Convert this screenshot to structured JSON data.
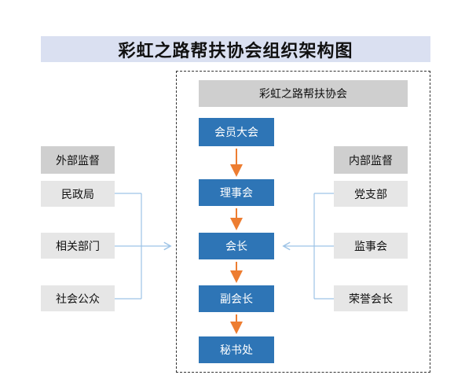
{
  "title": "彩虹之路帮扶协会组织架构图",
  "association": "彩虹之路帮扶协会",
  "main_chain": [
    "会员大会",
    "理事会",
    "会长",
    "副会长",
    "秘书处"
  ],
  "external": {
    "header": "外部监督",
    "items": [
      "民政局",
      "相关部门",
      "社会公众"
    ]
  },
  "internal": {
    "header": "内部监督",
    "items": [
      "党支部",
      "监事会",
      "荣誉会长"
    ]
  },
  "colors": {
    "title_bg": "#dae0f1",
    "node_blue": "#2e75b6",
    "arrow_orange": "#ed7d31",
    "connector_blue": "#9dc3e6"
  }
}
